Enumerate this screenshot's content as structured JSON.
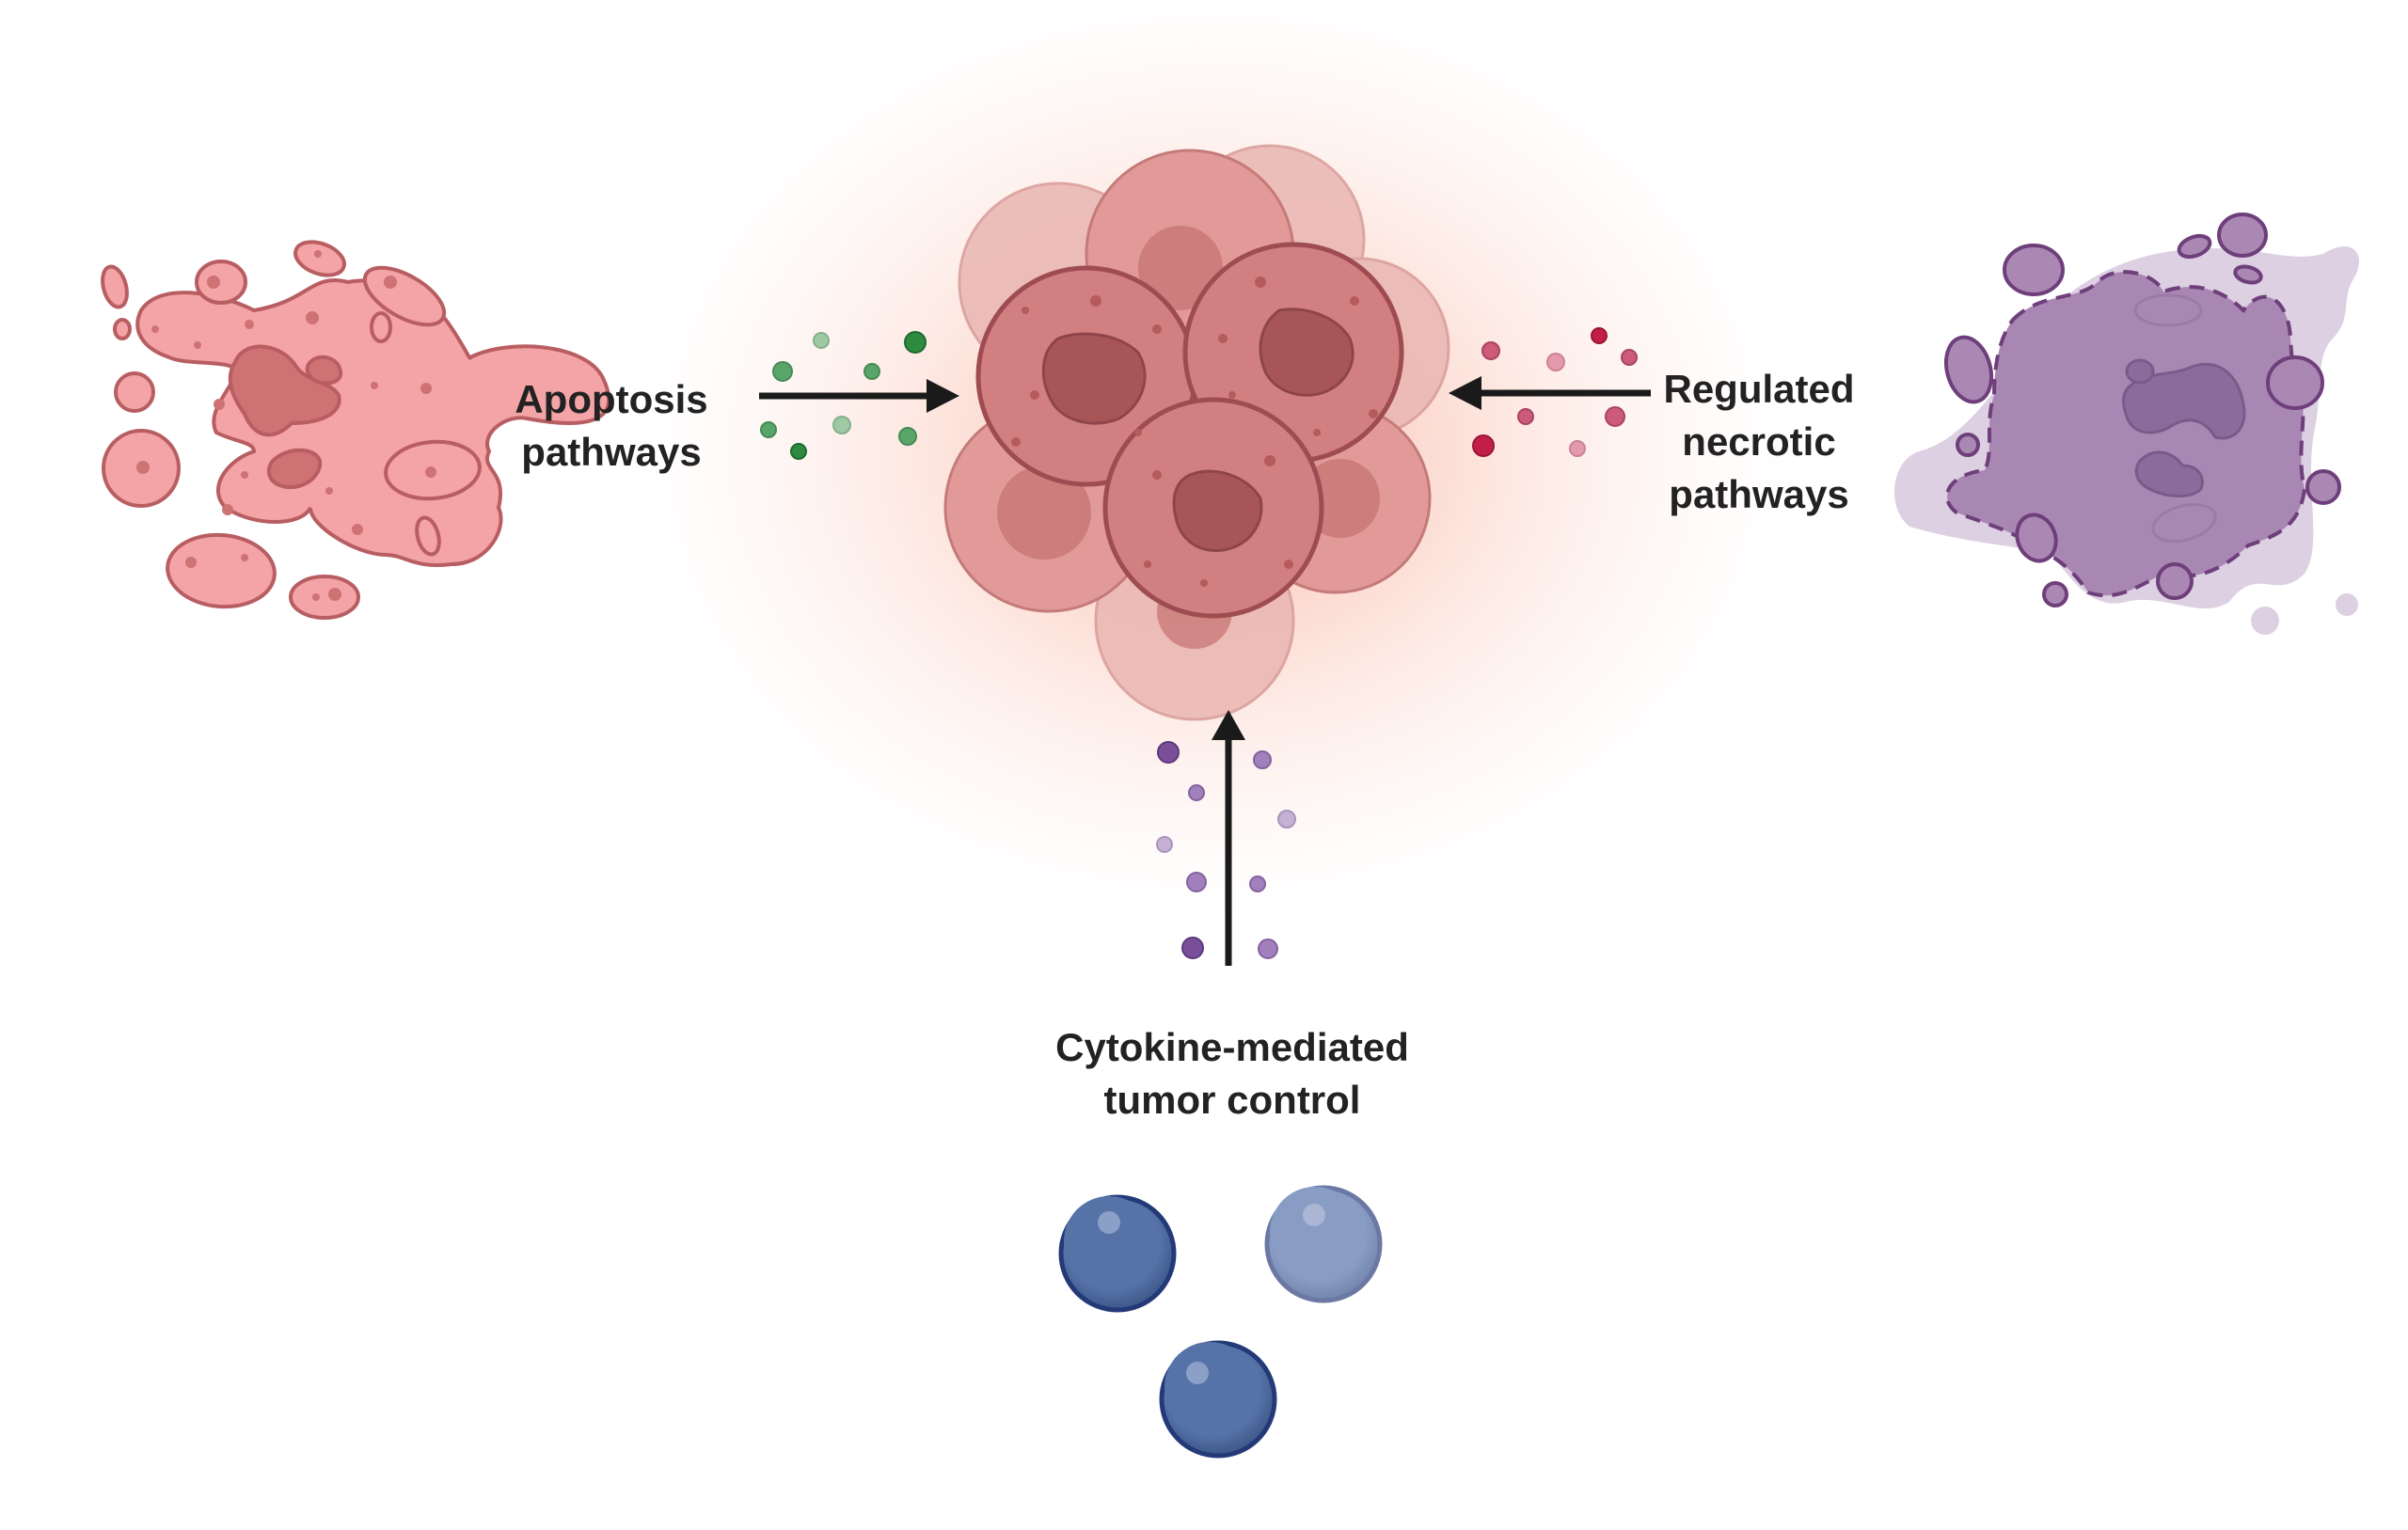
{
  "figure": {
    "title": "Tumor cell death mechanisms",
    "labels": {
      "apoptosis": [
        "Apoptosis",
        "pathways"
      ],
      "necrotic": [
        "Regulated",
        "necrotic",
        "pathways"
      ],
      "cytokine": [
        "Cytokine-mediated",
        "tumor control"
      ]
    },
    "nodes": [
      {
        "id": "apoptotic-cell",
        "description": "Apoptotic cell with fragmented blebs",
        "color": "#f4a3a6"
      },
      {
        "id": "tumor-cluster",
        "description": "Central cluster of tumor cells with red glow",
        "color": "#d17f80"
      },
      {
        "id": "necrotic-cell",
        "description": "Necrotic cell with leaking membrane",
        "color": "#a987b3"
      },
      {
        "id": "t-cells",
        "description": "Three immune cells (lymphocytes)",
        "color": "#5673a8"
      }
    ],
    "arrows": [
      {
        "from": "apoptosis-label",
        "to": "tumor-cluster",
        "direction": "right"
      },
      {
        "from": "necrotic-label",
        "to": "tumor-cluster",
        "direction": "left"
      },
      {
        "from": "cytokine-label",
        "to": "tumor-cluster",
        "direction": "up"
      }
    ],
    "colors": {
      "glow": "#f9b8a8",
      "apoptosis_dots": "#3f9a4f",
      "necrosis_dots": "#c24a65",
      "cytokine_dots": "#8a5ca8",
      "arrow": "#1a1a1a",
      "text": "#222222"
    }
  }
}
